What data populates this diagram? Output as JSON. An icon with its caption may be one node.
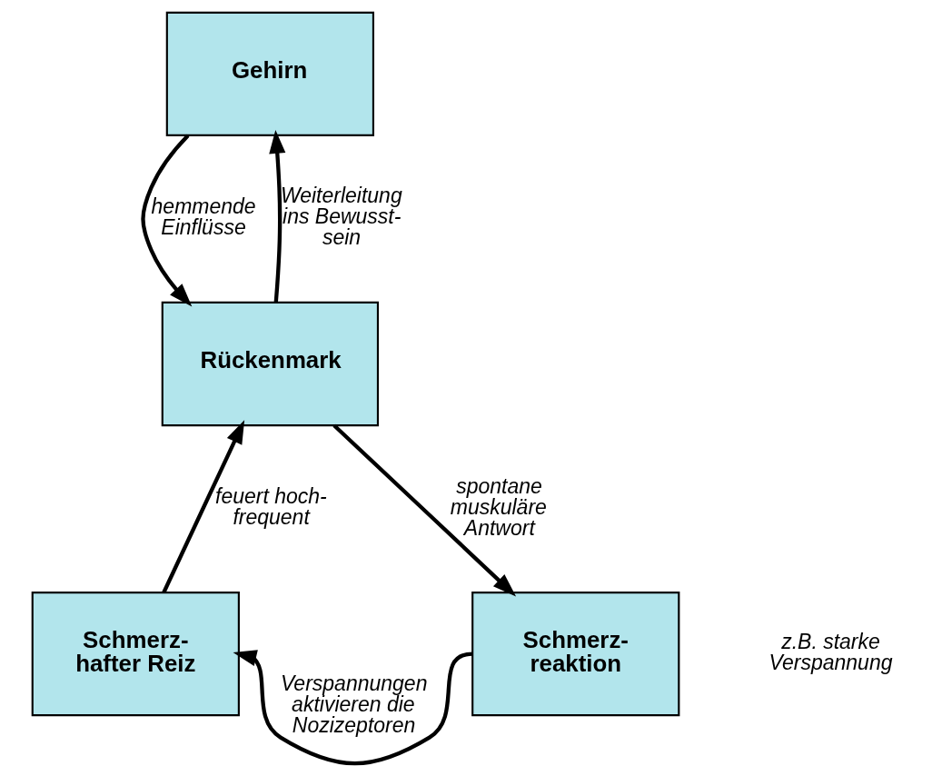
{
  "diagram": {
    "nodes": [
      {
        "text": [
          "Gehirn"
        ]
      },
      {
        "text": [
          "Rückenmark"
        ]
      },
      {
        "text": [
          "Schmerz- hafter Reiz"
        ]
      },
      {
        "text": [
          "Schmerz- reaktion"
        ]
      }
    ],
    "labels": [
      "z.B. starke Verspannung"
    ],
    "edges": [
      {
        "from": 1,
        "to": 0,
        "arrow": "to",
        "label": "Weiterleitung ins Bewusst- sein"
      },
      {
        "from": 0,
        "to": 1,
        "arrow": "to",
        "label": "hemmende Einflüsse"
      },
      {
        "from": 1,
        "to": 3,
        "arrow": "to",
        "label": "spontane muskuläre Antwort"
      },
      {
        "from": 3,
        "to": 2,
        "arrow": "to",
        "label": "Verspannungen aktivieren die Nozizeptoren"
      },
      {
        "from": 2,
        "to": 1,
        "arrow": "to",
        "label": "feuert hoch- frequent"
      }
    ]
  }
}
